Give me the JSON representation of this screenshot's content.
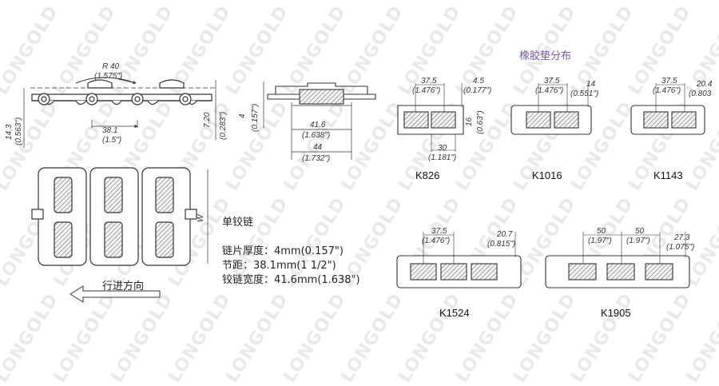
{
  "watermark": {
    "brand": "LONGOLD"
  },
  "top_view": {
    "radius": "R 40",
    "radius_in": "(1.575\")",
    "pitch": "38.1",
    "pitch_in": "(1.5\")",
    "height_left": "14.3",
    "height_left_in": "(0.563\")",
    "height_right": "7.20",
    "height_right_in": "(0.283\")"
  },
  "section_view": {
    "thickness": "4",
    "thickness_in": "(0.157\")",
    "hinge_width": "41.6",
    "hinge_width_in": "(1.638\")",
    "width": "44",
    "width_in": "(1.732\")"
  },
  "rubber_title": "橡胶垫分布",
  "plan_view": {
    "w_label": "W"
  },
  "chain_info": {
    "title": "单铰链",
    "lines": [
      "链片厚度：4mm(0.157\")",
      "节距：38.1mm(1 1/2\")",
      "铰链宽度：41.6mm(1.638\")"
    ]
  },
  "direction_label": "行进方向",
  "models": {
    "k826": {
      "name": "K826",
      "d1": "37.5",
      "d1_in": "(1.476\")",
      "d2": "4.5",
      "d2_in": "(0.177\")",
      "d3": "16",
      "d3_in": "(0.63\")",
      "d4": "30",
      "d4_in": "(1.181\")"
    },
    "k1016": {
      "name": "K1016",
      "d1": "37.5",
      "d1_in": "(1.476\")",
      "d2": "14",
      "d2_in": "(0.551\")"
    },
    "k1143": {
      "name": "K1143",
      "d1": "37.5",
      "d1_in": "(1.476\")",
      "d2": "20.4",
      "d2_in": "(0.803"
    },
    "k1524": {
      "name": "K1524",
      "d1": "37.5",
      "d1_in": "(1.476\")",
      "d2": "20.7",
      "d2_in": "(0.815\")"
    },
    "k1905": {
      "name": "K1905",
      "d1": "50",
      "d1_in": "(1.97\")",
      "d2": "50",
      "d2_in": "(1.97\")",
      "d3": "27.3",
      "d3_in": "(1.075\")"
    }
  }
}
